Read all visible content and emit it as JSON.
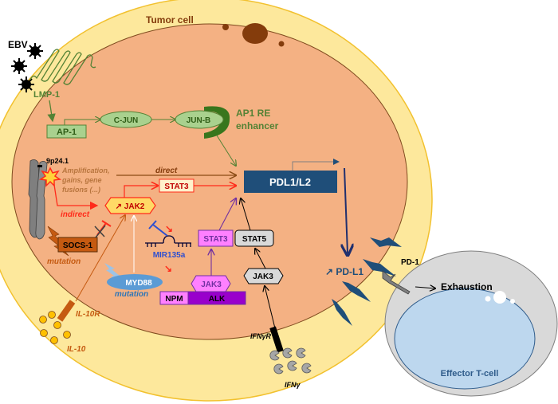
{
  "colors": {
    "membrane": "#fde89c",
    "membrane_edge": "#f2c12e",
    "cytoplasm": "#f4b183",
    "cytoplasm_edge": "#7f4a1e",
    "nucleolus": "#843c0c",
    "green": "#548235",
    "green_fill": "#a9d18e",
    "green_dark": "#38761d",
    "red": "#ff2a1a",
    "brown": "#8a4b14",
    "pdl_box": "#1f4e79",
    "stat3_yellow": "#ffe699",
    "pink": "#ff80ff",
    "purple": "#7030a0",
    "purple_alk": "#9900cc",
    "gray_box": "#d9d9d9",
    "blue_text": "#1f4e79",
    "mir_blue": "#2e4fd0",
    "myd88": "#5b9bd5",
    "orange": "#c55a11",
    "il10": "#ffc000",
    "tcell_outer": "#d9d9d9",
    "tcell_inner": "#bdd7ee"
  },
  "labels": {
    "tumor_cell": "Tumor cell",
    "ebv": "EBV",
    "lmp1": "LMP-1",
    "ap1": "AP-1",
    "cjun": "C-JUN",
    "junb": "JUN-B",
    "ap1_re_line1": "AP1 RE",
    "ap1_re_line2": "enhancer",
    "chromosome_locus": "9p24.1",
    "amplification_line1": "Amplification,",
    "amplification_line2": "gains, gene",
    "amplification_line3": "fusions (...)",
    "direct": "direct",
    "indirect": "indirect",
    "stat3_top": "STAT3",
    "jak2": "↗ JAK2",
    "pdl1_l2": "PDL1/L2",
    "socs1": "SOCS-1",
    "socs1_mutation": "mutation",
    "mir135a": "MIR135a",
    "myd88": "MYD88",
    "myd88_mutation": "mutation",
    "stat3_pink": "STAT3",
    "stat5": "STAT5",
    "jak3_pink": "JAK3",
    "npm": "NPM",
    "alk": "ALK",
    "jak3_gray": "JAK3",
    "il10r": "IL-10R",
    "il10": "IL-10",
    "ifngr": "IFNγR",
    "ifng": "IFNγ",
    "pdl1_up": "↗ PD-L1",
    "pd1": "PD-1",
    "exhaustion": "Exhaustion",
    "effector_tcell": "Effector T-cell"
  }
}
